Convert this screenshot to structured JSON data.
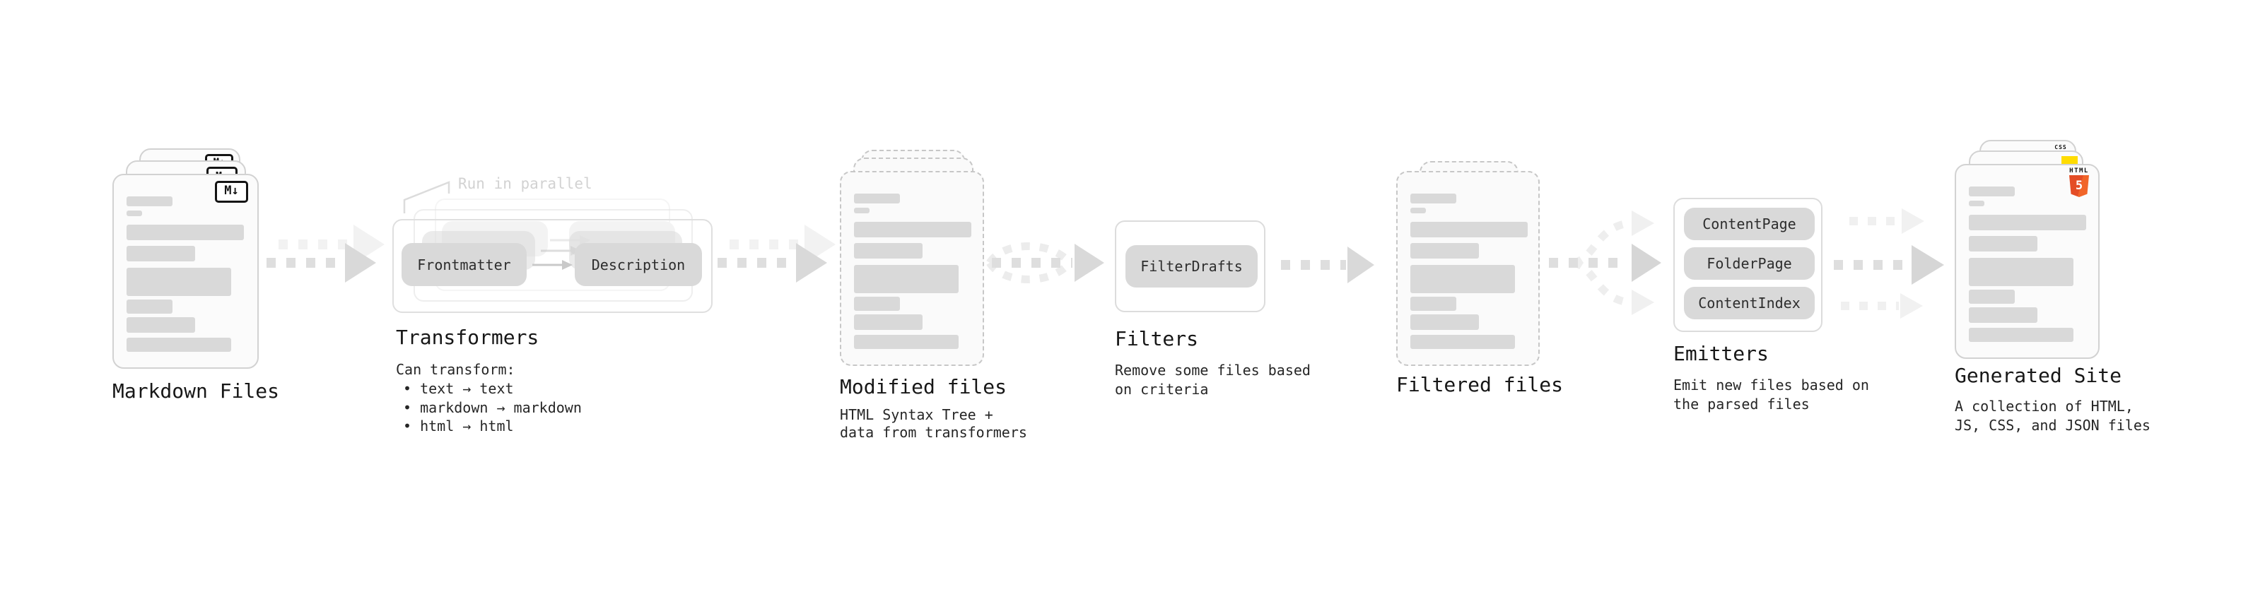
{
  "diagram": {
    "stages": {
      "markdown": {
        "title": "Markdown Files",
        "badge": "M↓"
      },
      "transformers": {
        "annotation": "Run in parallel",
        "pill_left": "Frontmatter",
        "pill_right": "Description",
        "title": "Transformers",
        "intro": "Can transform:",
        "bullets": [
          "• text → text",
          "• markdown → markdown",
          "• html → html"
        ]
      },
      "modified": {
        "title": "Modified files",
        "desc_line1": "HTML Syntax Tree +",
        "desc_line2": "data from transformers"
      },
      "filters": {
        "pill": "FilterDrafts",
        "title": "Filters",
        "desc_line1": "Remove some files based",
        "desc_line2": "on criteria"
      },
      "filtered": {
        "title": "Filtered files"
      },
      "emitters": {
        "pills": [
          "ContentPage",
          "FolderPage",
          "ContentIndex"
        ],
        "title": "Emitters",
        "desc_line1": "Emit new files based on",
        "desc_line2": "the parsed files"
      },
      "generated": {
        "title": "Generated Site",
        "desc_line1": "A collection of HTML,",
        "desc_line2": "JS, CSS, and JSON files",
        "badges": {
          "html_label": "HTML",
          "html_number": "5",
          "css_label": "CSS"
        }
      }
    },
    "colors": {
      "html5_orange": "#E44D26",
      "html5_orange_light": "#F16529",
      "js_yellow": "#FFDC00",
      "css_blue": "#2E6BE5",
      "arrow_gray": "#DEDEDE",
      "arrow_gray_light": "#F0F0F0",
      "skeleton_gray": "#D9D9D9",
      "text_dark": "#171717"
    }
  }
}
